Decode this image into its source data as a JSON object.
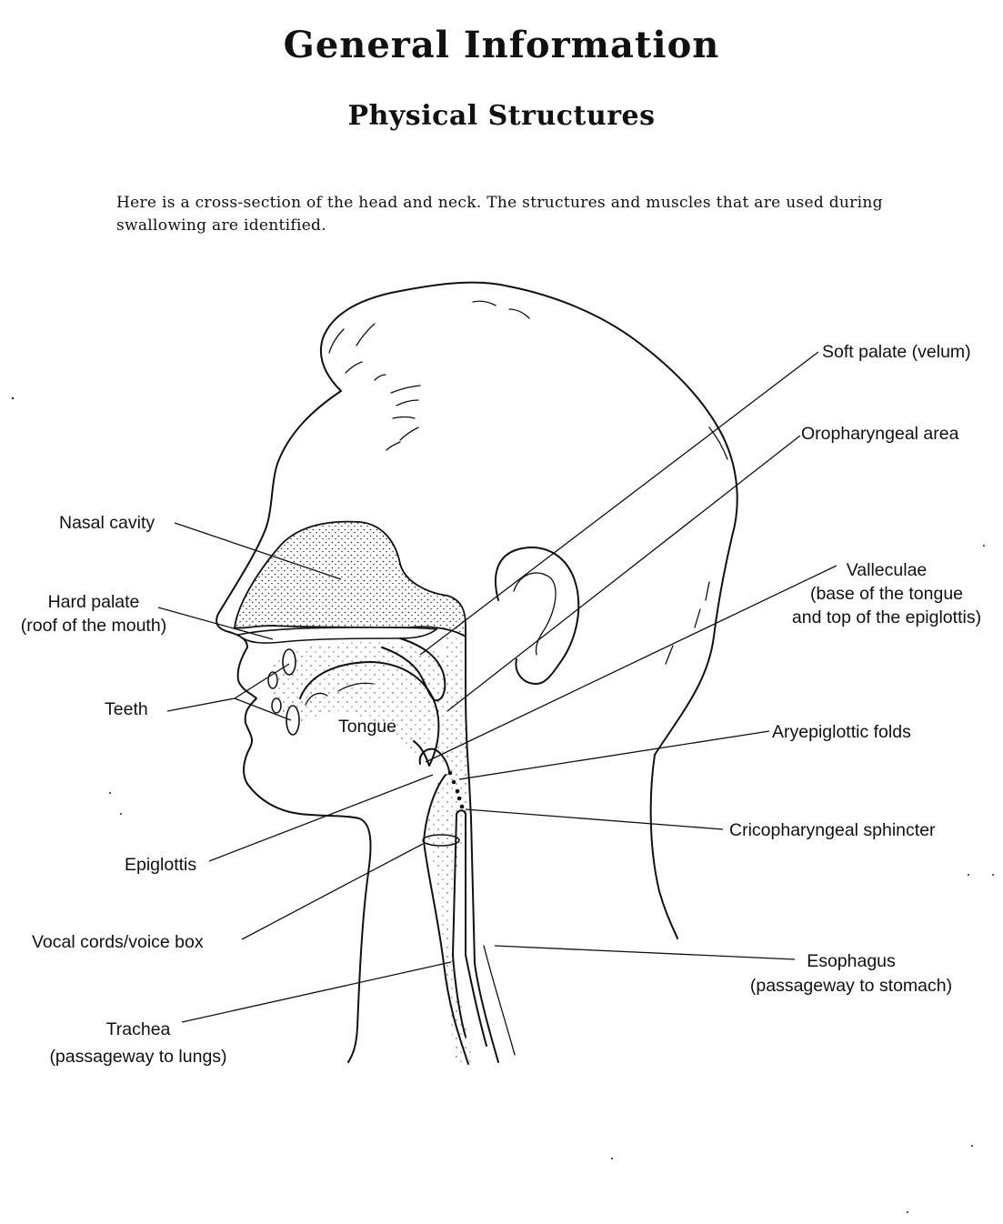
{
  "page": {
    "title": "General Information",
    "subtitle": "Physical Structures",
    "intro": "Here is a cross-section of the head and neck. The structures and muscles that are used during swallowing are identified."
  },
  "labels": {
    "nasal_cavity": "Nasal cavity",
    "hard_palate": [
      "Hard palate",
      "(roof of the mouth)"
    ],
    "teeth": "Teeth",
    "tongue": "Tongue",
    "epiglottis": "Epiglottis",
    "vocal_cords": "Vocal cords/voice box",
    "trachea": [
      "Trachea",
      "(passageway to lungs)"
    ],
    "soft_palate": "Soft palate (velum)",
    "oropharyngeal": "Oropharyngeal area",
    "valleculae": [
      "Valleculae",
      "(base of the tongue",
      "and top of the epiglottis)"
    ],
    "aryepiglottic": "Aryepiglottic folds",
    "cricopharyngeal": "Cricopharyngeal sphincter",
    "esophagus": [
      "Esophagus",
      "(passageway to stomach)"
    ]
  }
}
